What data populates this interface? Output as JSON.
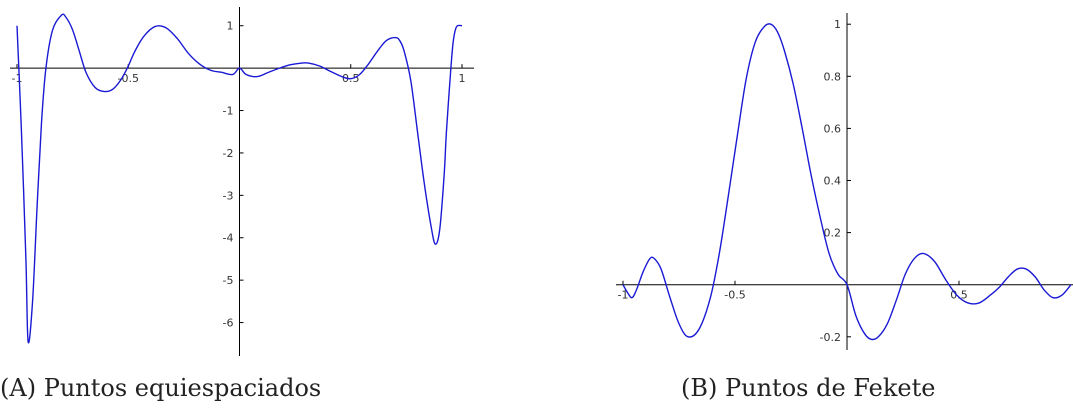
{
  "captions": {
    "a": "(A) Puntos equiespaciados",
    "b": "(B) Puntos de Fekete"
  },
  "colors": {
    "curve": "#1a1ad4",
    "axis": "#000000",
    "text": "#333333"
  },
  "chart_data": [
    {
      "type": "line",
      "title": "",
      "xlabel": "",
      "ylabel": "",
      "xlim": [
        -1,
        1
      ],
      "ylim": [
        -6.6,
        1.3
      ],
      "x_ticks": [
        -1,
        -0.5,
        0.5,
        1
      ],
      "x_tick_labels": [
        "-1",
        "-0.5",
        "0.5",
        "1"
      ],
      "y_ticks": [
        1,
        -1,
        -2,
        -3,
        -4,
        -5,
        -6
      ],
      "y_tick_labels": [
        "1",
        "-1",
        "-2",
        "-3",
        "-4",
        "-5",
        "-6"
      ],
      "grid": false,
      "series": [
        {
          "x": [
            -1.0,
            -0.98,
            -0.96,
            -0.95,
            -0.93,
            -0.91,
            -0.89,
            -0.87,
            -0.84,
            -0.8,
            -0.78,
            -0.75,
            -0.72,
            -0.69,
            -0.65,
            -0.61,
            -0.57,
            -0.53,
            -0.5,
            -0.47,
            -0.43,
            -0.38,
            -0.33,
            -0.28,
            -0.23,
            -0.18,
            -0.13,
            -0.08,
            -0.03,
            0.0,
            0.03,
            0.08,
            0.13,
            0.18,
            0.23,
            0.28,
            0.31,
            0.36,
            0.41,
            0.46,
            0.5,
            0.54,
            0.58,
            0.62,
            0.66,
            0.7,
            0.72,
            0.74,
            0.77,
            0.8,
            0.83,
            0.86,
            0.88,
            0.9,
            0.92,
            0.93,
            0.95,
            0.96,
            0.97,
            0.98,
            1.0
          ],
          "y": [
            1.0,
            -1.5,
            -4.5,
            -6.45,
            -5.5,
            -3.3,
            -1.3,
            0.0,
            0.9,
            1.25,
            1.2,
            0.9,
            0.4,
            -0.1,
            -0.45,
            -0.55,
            -0.5,
            -0.25,
            0.05,
            0.4,
            0.75,
            0.98,
            0.95,
            0.7,
            0.35,
            0.1,
            -0.05,
            -0.1,
            -0.15,
            0.0,
            -0.15,
            -0.2,
            -0.1,
            0.0,
            0.08,
            0.12,
            0.12,
            0.05,
            -0.08,
            -0.2,
            -0.25,
            -0.15,
            0.1,
            0.4,
            0.65,
            0.72,
            0.65,
            0.4,
            -0.3,
            -1.5,
            -2.7,
            -3.7,
            -4.15,
            -3.8,
            -2.5,
            -1.5,
            0.0,
            0.6,
            0.9,
            1.0,
            1.0
          ]
        }
      ]
    },
    {
      "type": "line",
      "title": "",
      "xlabel": "",
      "ylabel": "",
      "xlim": [
        -1,
        1
      ],
      "ylim": [
        -0.22,
        1.02
      ],
      "x_ticks": [
        -1,
        -0.5,
        0.5
      ],
      "x_tick_labels": [
        "-1",
        "-0.5",
        "0.5"
      ],
      "y_ticks": [
        1,
        0.8,
        0.6,
        0.4,
        0.2,
        -0.2
      ],
      "y_tick_labels": [
        "1",
        "0.8",
        "0.6",
        "0.4",
        "0.2",
        "-0.2"
      ],
      "grid": false,
      "series": [
        {
          "x": [
            -1.0,
            -0.98,
            -0.96,
            -0.94,
            -0.91,
            -0.88,
            -0.86,
            -0.83,
            -0.79,
            -0.75,
            -0.71,
            -0.66,
            -0.61,
            -0.57,
            -0.53,
            -0.49,
            -0.45,
            -0.41,
            -0.37,
            -0.34,
            -0.31,
            -0.28,
            -0.24,
            -0.2,
            -0.16,
            -0.12,
            -0.08,
            -0.04,
            0.0,
            0.04,
            0.08,
            0.11,
            0.14,
            0.18,
            0.22,
            0.26,
            0.3,
            0.34,
            0.39,
            0.44,
            0.49,
            0.54,
            0.59,
            0.64,
            0.68,
            0.72,
            0.76,
            0.8,
            0.84,
            0.88,
            0.92,
            0.96,
            1.0
          ],
          "y": [
            0.0,
            -0.03,
            -0.05,
            -0.02,
            0.05,
            0.1,
            0.1,
            0.06,
            -0.05,
            -0.15,
            -0.2,
            -0.17,
            -0.05,
            0.12,
            0.34,
            0.57,
            0.79,
            0.93,
            0.99,
            1.0,
            0.97,
            0.9,
            0.77,
            0.6,
            0.42,
            0.26,
            0.12,
            0.04,
            0.0,
            -0.12,
            -0.19,
            -0.21,
            -0.2,
            -0.15,
            -0.06,
            0.04,
            0.1,
            0.12,
            0.09,
            0.02,
            -0.04,
            -0.07,
            -0.07,
            -0.04,
            -0.01,
            0.03,
            0.06,
            0.06,
            0.03,
            -0.02,
            -0.05,
            -0.04,
            0.0
          ]
        }
      ]
    }
  ]
}
